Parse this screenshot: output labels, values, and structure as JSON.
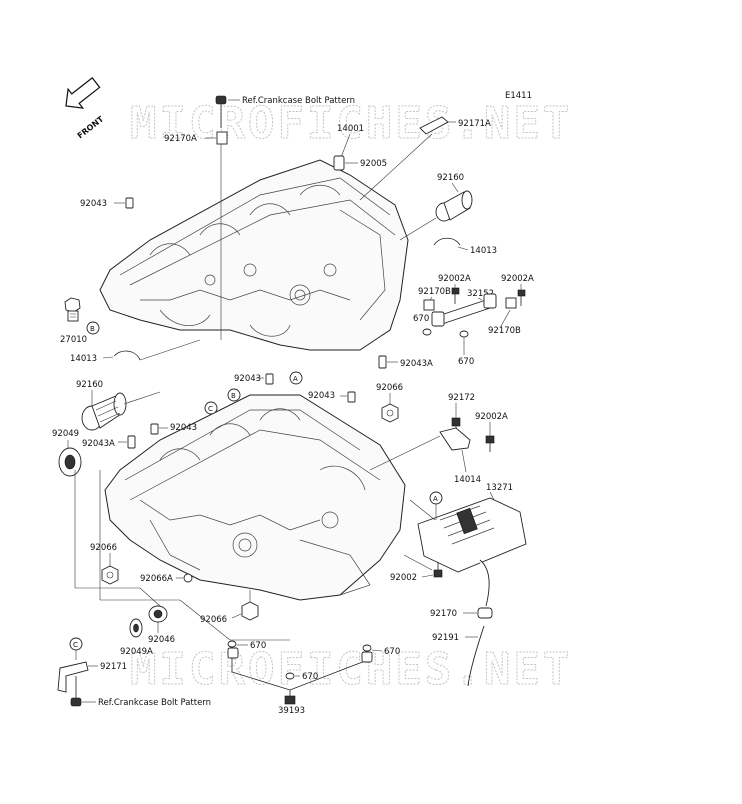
{
  "diagram_code": "E1411",
  "front_label": "FRONT",
  "watermark": "MICROFICHES.NET",
  "ref_note": "Ref.Crankcase Bolt Pattern",
  "callouts": {
    "a": "A",
    "b": "B",
    "c": "C"
  },
  "parts": [
    "92170A",
    "14001",
    "92005",
    "92171A",
    "92043",
    "92160",
    "14013",
    "92002A",
    "92170B",
    "32152",
    "670",
    "27010",
    "92043A",
    "92066",
    "92049",
    "92172",
    "14014",
    "13271",
    "92002",
    "92066A",
    "92046",
    "92049A",
    "92170",
    "92191",
    "92171",
    "39193"
  ]
}
